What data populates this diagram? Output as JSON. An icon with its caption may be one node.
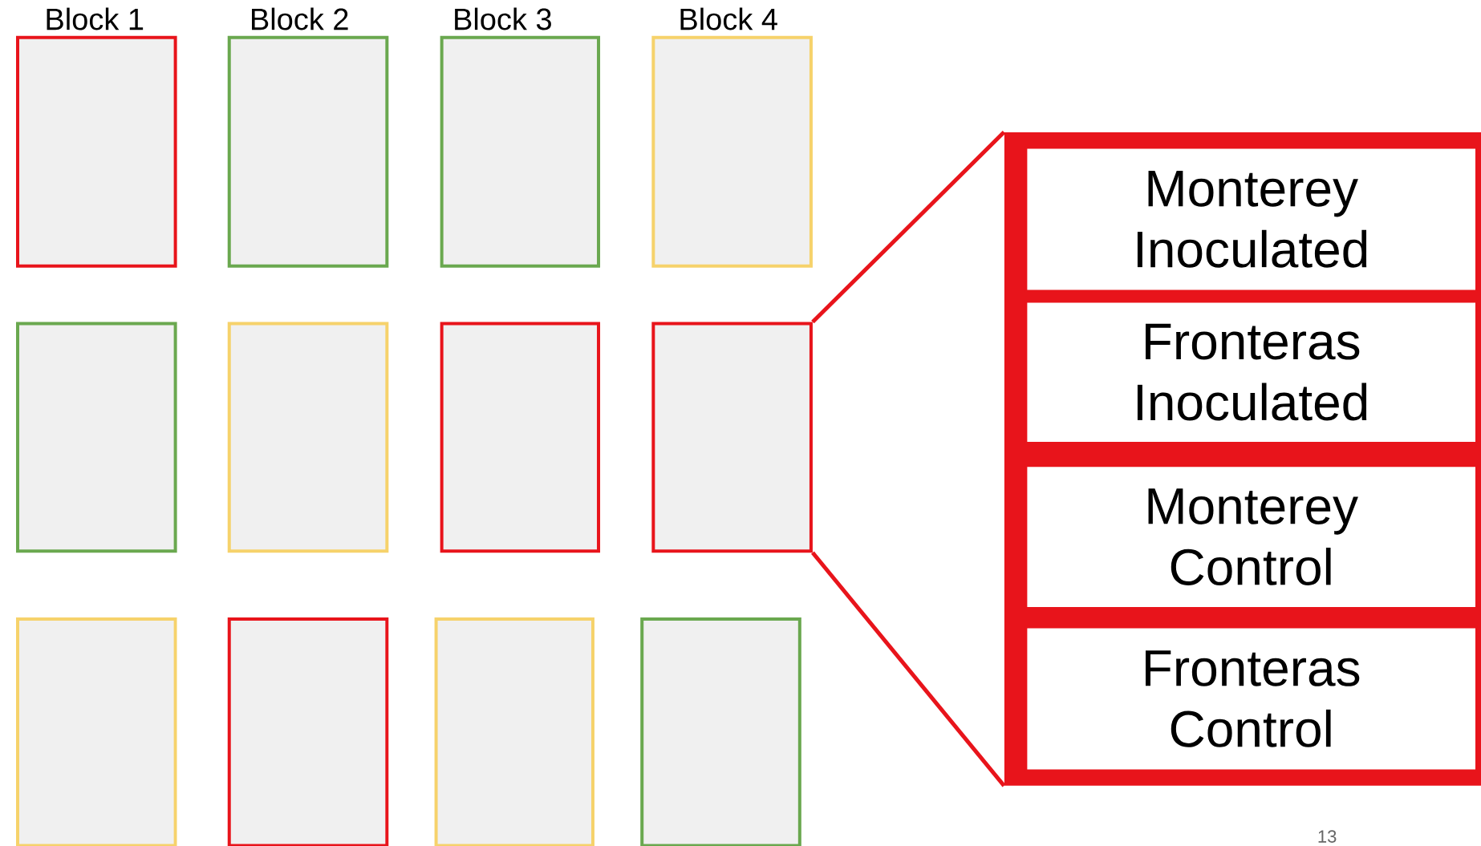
{
  "diagram": {
    "nodes": [
      {
        "text": [],
        "shape": "box"
      },
      {
        "text": [],
        "shape": "box"
      },
      {
        "text": [],
        "shape": "box"
      },
      {
        "text": [],
        "shape": "box"
      },
      {
        "text": [],
        "shape": "box"
      },
      {
        "text": [],
        "shape": "box"
      },
      {
        "text": [],
        "shape": "box"
      },
      {
        "text": [],
        "shape": "box"
      },
      {
        "text": [],
        "shape": "box"
      },
      {
        "text": [],
        "shape": "box"
      },
      {
        "text": [],
        "shape": "box"
      },
      {
        "text": [],
        "shape": "box"
      },
      {
        "text": [],
        "shape": "box"
      },
      {
        "text": [
          "Monterey Inoculated"
        ],
        "in": 12
      },
      {
        "text": [
          "Fronteras Inoculated"
        ],
        "in": 12
      },
      {
        "text": [
          "Monterey Control"
        ],
        "in": 12
      },
      {
        "text": [
          "Fronteras Control"
        ],
        "in": 12
      }
    ],
    "edges": [
      {
        "from": 7,
        "to": 12,
        "arrow": "none"
      },
      {
        "from": 7,
        "to": 12,
        "arrow": "none"
      }
    ],
    "labels": [
      "Block 1",
      "Block 2",
      "Block 3",
      "Block 4",
      "13"
    ]
  }
}
